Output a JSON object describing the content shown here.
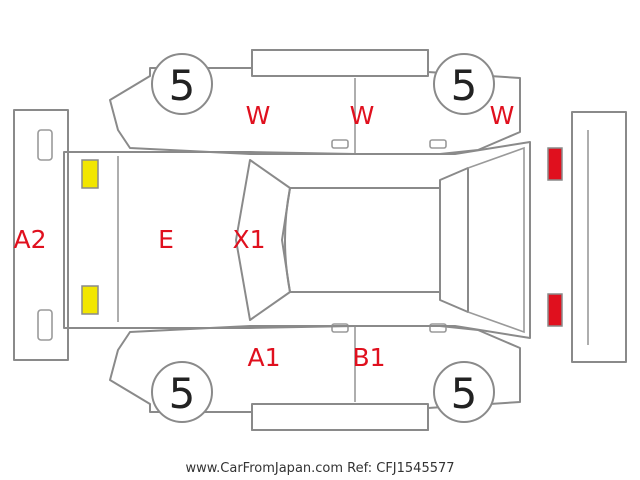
{
  "tyres": {
    "front_left": "5",
    "front_right": "5",
    "rear_left": "5",
    "rear_right": "5"
  },
  "marks": {
    "w_front_left": "W",
    "w_mid_left": "W",
    "w_front_right": "W",
    "a2": "A2",
    "e": "E",
    "x1": "X1",
    "a1": "A1",
    "b1": "B1"
  },
  "colors": {
    "mark": "#e0101e",
    "headlight": "#f2e600",
    "taillight": "#e0101e",
    "outline": "#8a8a8a"
  },
  "footer": {
    "source": "www.CarFromJapan.com Ref: CFJ1545577"
  }
}
